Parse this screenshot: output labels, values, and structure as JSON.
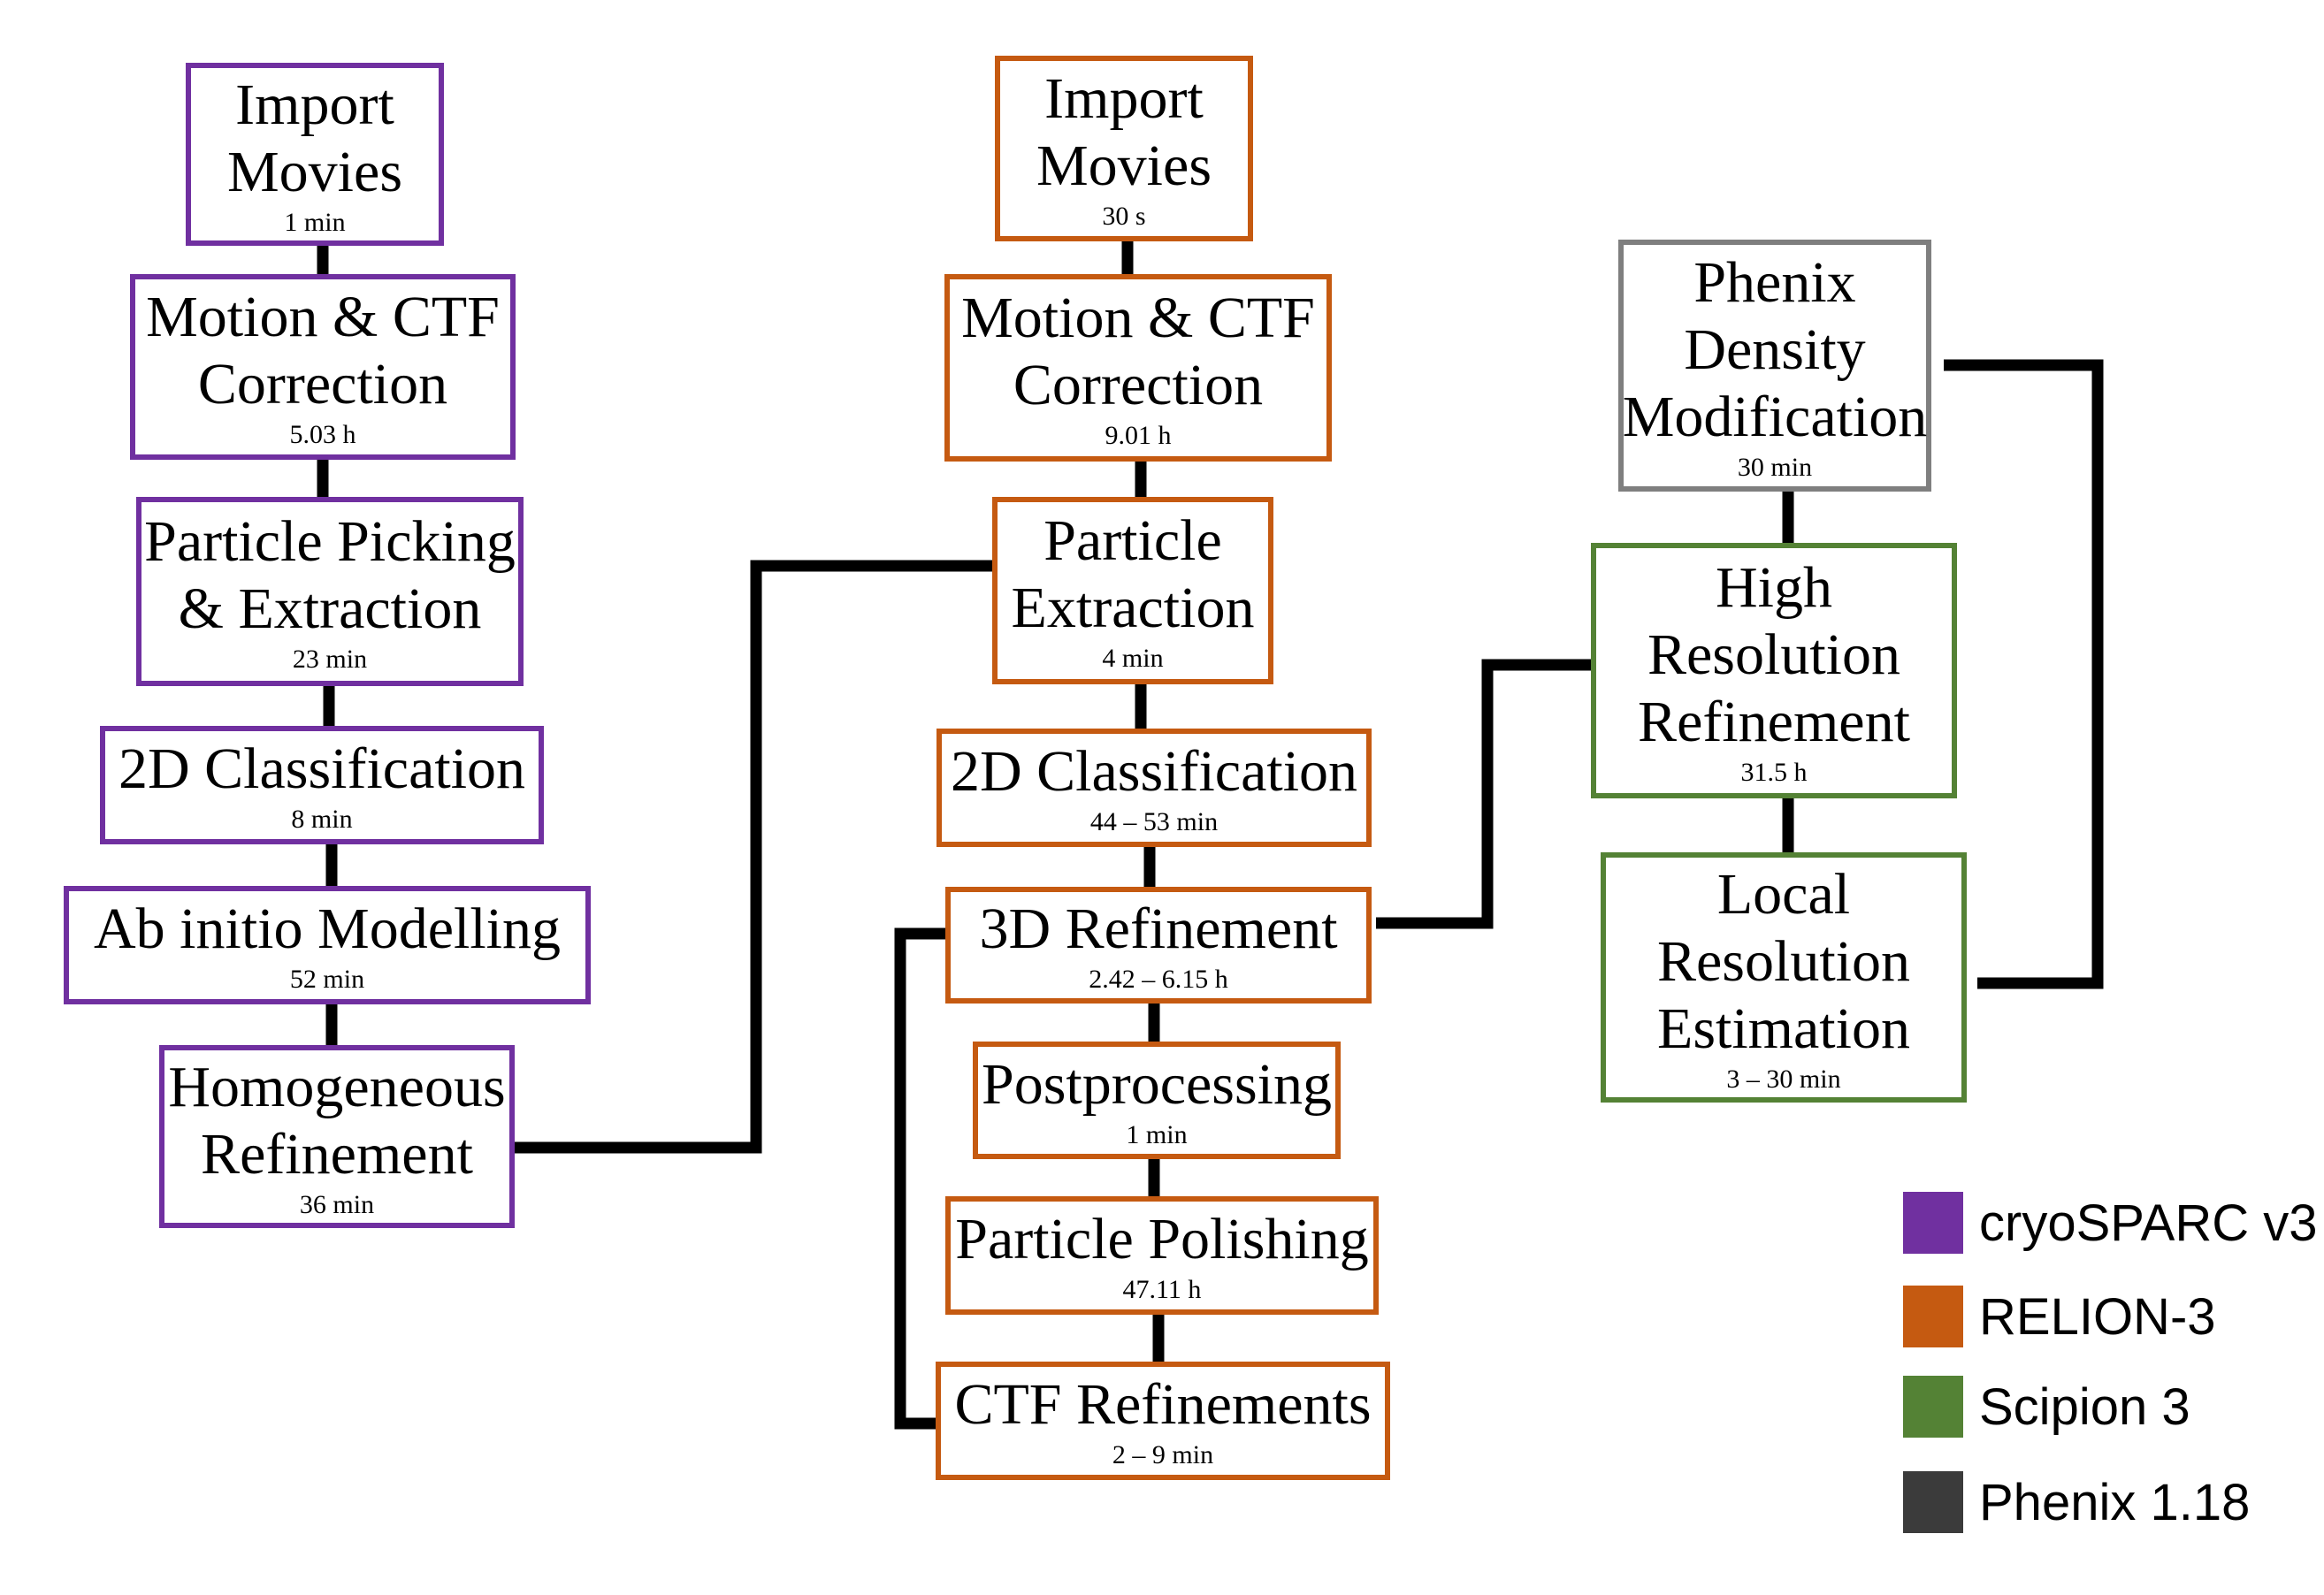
{
  "colors": {
    "cryosparc": "#7030a0",
    "relion": "#c55a11",
    "scipion": "#548235",
    "phenix_box": "#7f7f7f",
    "phenix_legend": "#3b3b3b"
  },
  "cryosparc_pipeline": [
    {
      "title": "Import\nMovies",
      "time": "1 min"
    },
    {
      "title": "Motion & CTF\nCorrection",
      "time": "5.03 h"
    },
    {
      "title": "Particle Picking\n& Extraction",
      "time": "23 min"
    },
    {
      "title": "2D Classification",
      "time": "8 min"
    },
    {
      "title": "Ab initio Modelling",
      "time": "52 min"
    },
    {
      "title": "Homogeneous\nRefinement",
      "time": "36 min"
    }
  ],
  "relion_pipeline": [
    {
      "title": "Import\nMovies",
      "time": "30 s"
    },
    {
      "title": "Motion & CTF\nCorrection",
      "time": "9.01 h"
    },
    {
      "title": "Particle\nExtraction",
      "time": "4 min"
    },
    {
      "title": "2D Classification",
      "time": "44 – 53 min"
    },
    {
      "title": "3D Refinement",
      "time": "2.42 – 6.15 h"
    },
    {
      "title": "Postprocessing",
      "time": "1 min"
    },
    {
      "title": "Particle Polishing",
      "time": "47.11 h"
    },
    {
      "title": "CTF Refinements",
      "time": "2 – 9 min"
    }
  ],
  "postprocess_pipeline": [
    {
      "title": "Phenix\nDensity\nModification",
      "time": "30 min"
    },
    {
      "title": "High\nResolution\nRefinement",
      "time": "31.5 h"
    },
    {
      "title": "Local\nResolution\nEstimation",
      "time": "3 – 30 min"
    }
  ],
  "legend": [
    {
      "label": "cryoSPARC v3",
      "color": "#7030a0"
    },
    {
      "label": "RELION-3",
      "color": "#c55a11"
    },
    {
      "label": "Scipion 3",
      "color": "#548235"
    },
    {
      "label": "Phenix 1.18",
      "color": "#3b3b3b"
    }
  ]
}
